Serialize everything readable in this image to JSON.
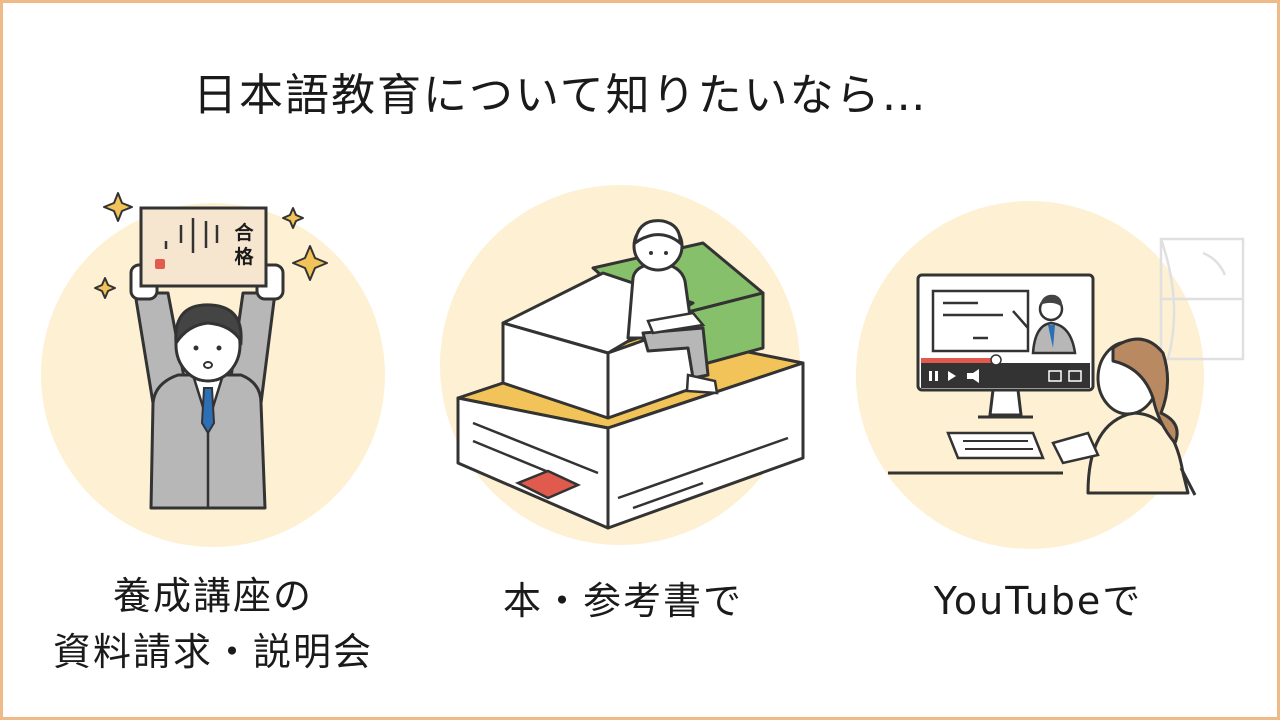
{
  "title": "日本語教育について知りたいなら…",
  "items": [
    {
      "caption_line1": "養成講座の",
      "caption_line2": "資料請求・説明会",
      "illustration": "passed-exam-certificate-man",
      "sign_text": "合格"
    },
    {
      "caption_line1": "本・参考書で",
      "illustration": "person-sitting-on-books"
    },
    {
      "caption_line1": "YouTubeで",
      "illustration": "woman-watching-video-lecture"
    }
  ],
  "colors": {
    "border": "#f0b988",
    "circle": "#fdf0d3",
    "book_yellow": "#f1c358",
    "book_green": "#86c06a",
    "bookmark": "#e05a4e",
    "suit": "#b7b7b7",
    "tie": "#2d6fb5",
    "hair_brown": "#b98a62"
  }
}
